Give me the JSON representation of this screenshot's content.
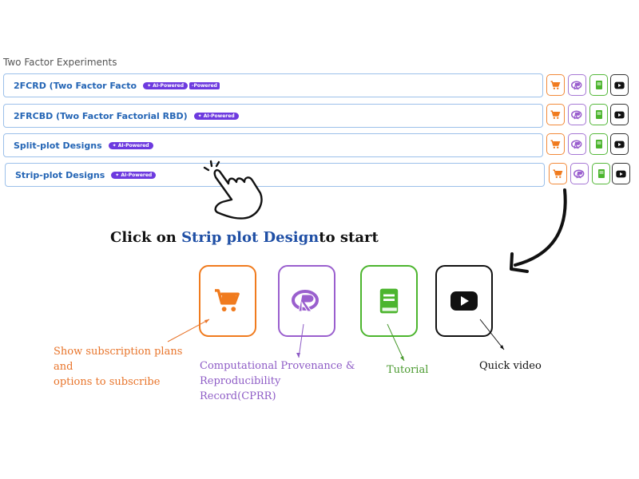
{
  "section": {
    "title": "Two Factor Experiments"
  },
  "rows": [
    {
      "title": "2FCRD (Two Factor Facto",
      "badge": "✦ AI-Powered",
      "badge_extra": "-Powered"
    },
    {
      "title": "2FRCBD (Two Factor Factorial RBD)",
      "badge": "✦ AI-Powered"
    },
    {
      "title": "Split-plot Designs",
      "badge": "✦ AI-Powered"
    },
    {
      "title": "Strip-plot Designs",
      "badge": "✦ AI-Powered"
    }
  ],
  "row_icons": [
    "cart-icon",
    "r-icon",
    "book-icon",
    "youtube-icon"
  ],
  "instruction": {
    "prefix": "Click on ",
    "highlight": "Strip plot Design",
    "suffix": "to start"
  },
  "legend": {
    "cart_caption_line1": "Show subscription plans and",
    "cart_caption_line2": "options to subscribe",
    "r_caption_line1": "Computational Provenance &",
    "r_caption_line2": "Reproducibility Record(CPRR)",
    "book_caption": "Tutorial",
    "yt_caption": "Quick video"
  },
  "colors": {
    "cart": "#f07b1e",
    "r": "#9a5fce",
    "book": "#4cb52e",
    "yt": "#111111",
    "title": "#2465b5",
    "badge": "#6d3adf",
    "highlight": "#1f4fa5"
  }
}
